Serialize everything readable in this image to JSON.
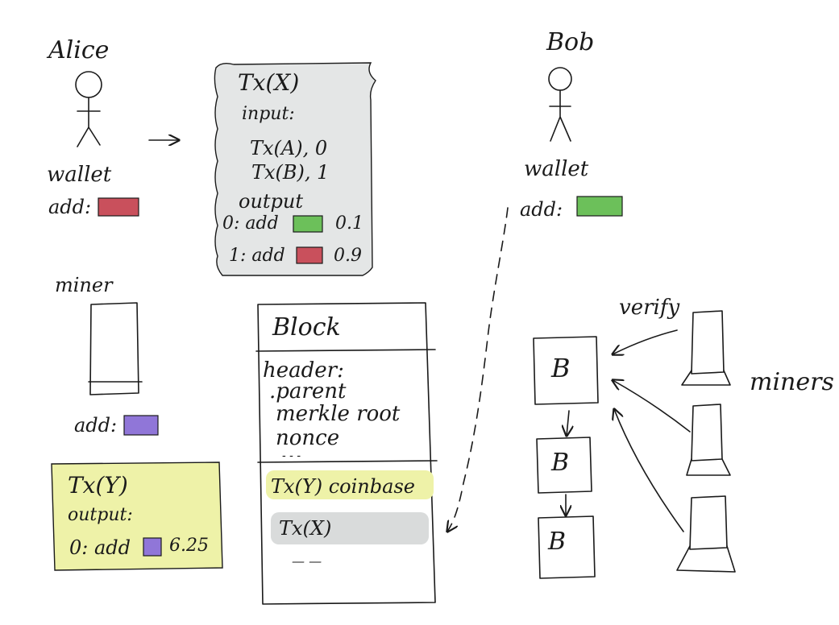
{
  "colors": {
    "red": "#c9505c",
    "green": "#6cc05a",
    "purple": "#9076d8",
    "gray_panel": "#e4e6e6",
    "yellow_panel": "#eef2a8",
    "tx_gray": "#d9dbdb"
  },
  "alice": {
    "name": "Alice",
    "wallet": "wallet",
    "addr_label": "add:"
  },
  "bob": {
    "name": "Bob",
    "wallet": "wallet",
    "addr_label": "add:"
  },
  "miner": {
    "name": "miner",
    "addr_label": "add:"
  },
  "txx": {
    "title": "Tx(X)",
    "input_label": "input:",
    "inputs": [
      "Tx(A), 0",
      "Tx(B), 1"
    ],
    "output_label": "output",
    "outputs": [
      {
        "idx": "0: add",
        "amount": "0.1"
      },
      {
        "idx": "1: add",
        "amount": "0.9"
      }
    ]
  },
  "txy": {
    "title": "Tx(Y)",
    "output_label": "output:",
    "outputs": [
      {
        "idx": "0: add",
        "amount": "6.25"
      }
    ]
  },
  "block": {
    "title": "Block",
    "header_label": "header:",
    "fields": [
      ".parent",
      "merkle root",
      "nonce"
    ],
    "fields_more": "- - -",
    "tx1": "Tx(Y) coinbase",
    "tx2": "Tx(X)",
    "tx_more": "— —"
  },
  "chain": {
    "block_label": "B",
    "verify_label": "verify",
    "miners_label": "miners"
  }
}
